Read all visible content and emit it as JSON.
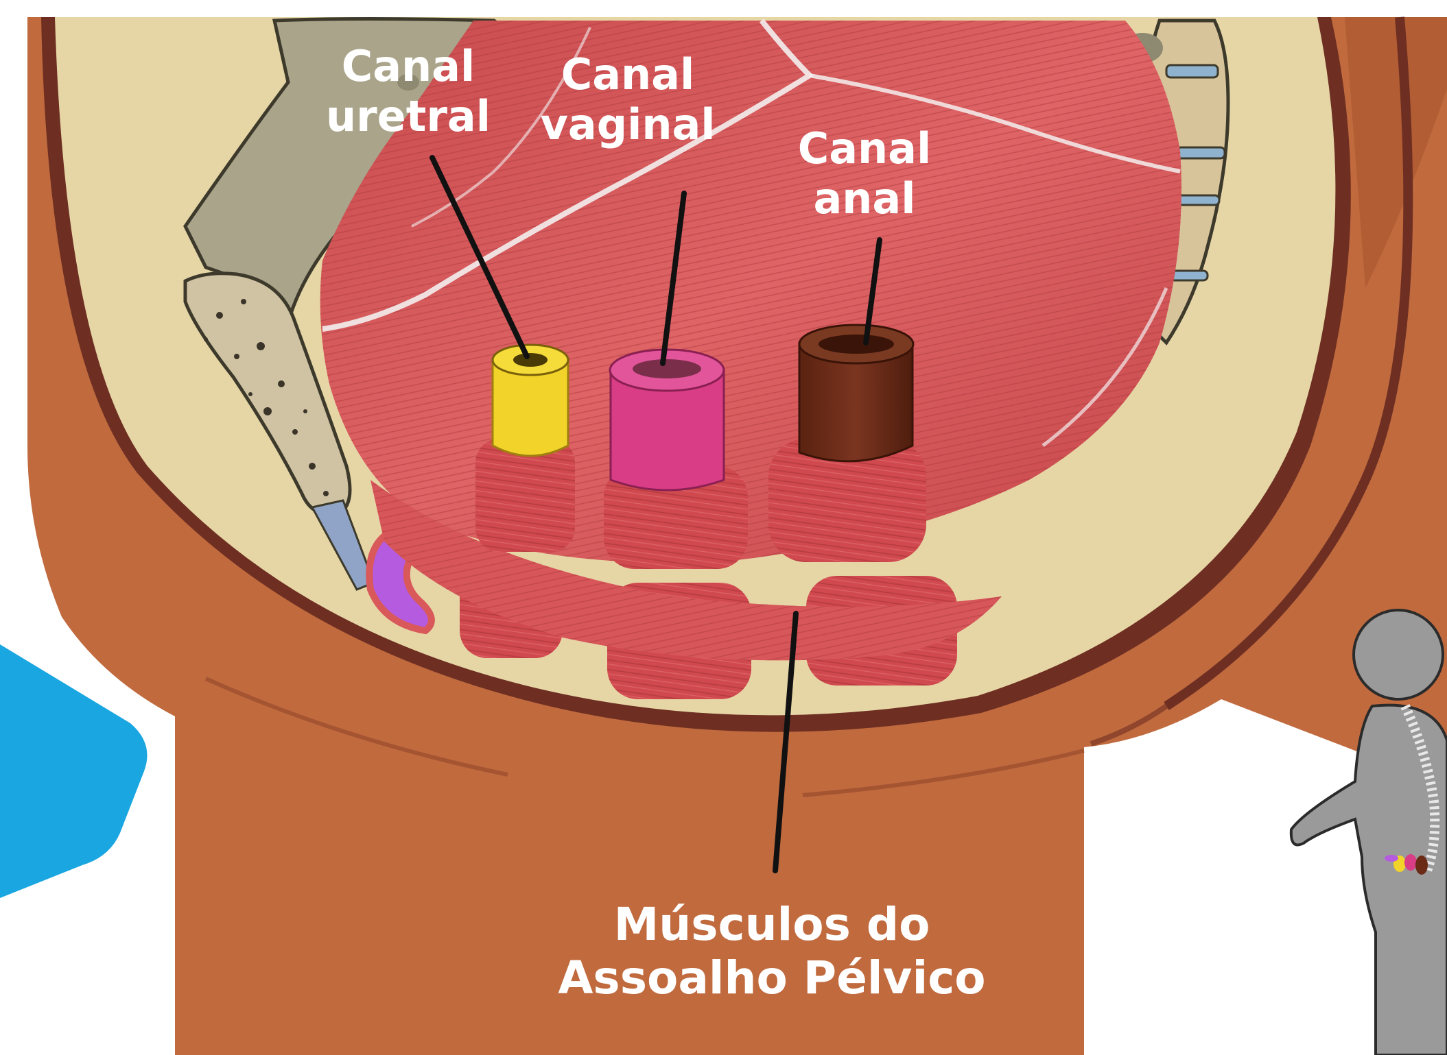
{
  "labels": {
    "urethral": {
      "line1": "Canal",
      "line2": "uretral"
    },
    "vaginal": {
      "line1": "Canal",
      "line2": "vaginal"
    },
    "anal": {
      "line1": "Canal",
      "line2": "anal"
    },
    "pelvic_floor": {
      "line1": "Músculos do",
      "line2": "Assoalho Pélvico"
    }
  },
  "colors": {
    "background": "#ffffff",
    "body_skin": "#c06a3e",
    "body_outline": "#6e2f22",
    "pelvic_cavity": "#e6d6a6",
    "bone": "#a9a48a",
    "muscle": "#d9585a",
    "urethra": "#f2d32a",
    "vagina": "#d83d85",
    "anal_canal": "#6a2a16",
    "bladder_marker": "#b45be0",
    "label_text": "#ffffff",
    "pointer_line": "#111111",
    "blue_shape": "#1aa6e0",
    "figure_gray": "#9a9a9a"
  }
}
